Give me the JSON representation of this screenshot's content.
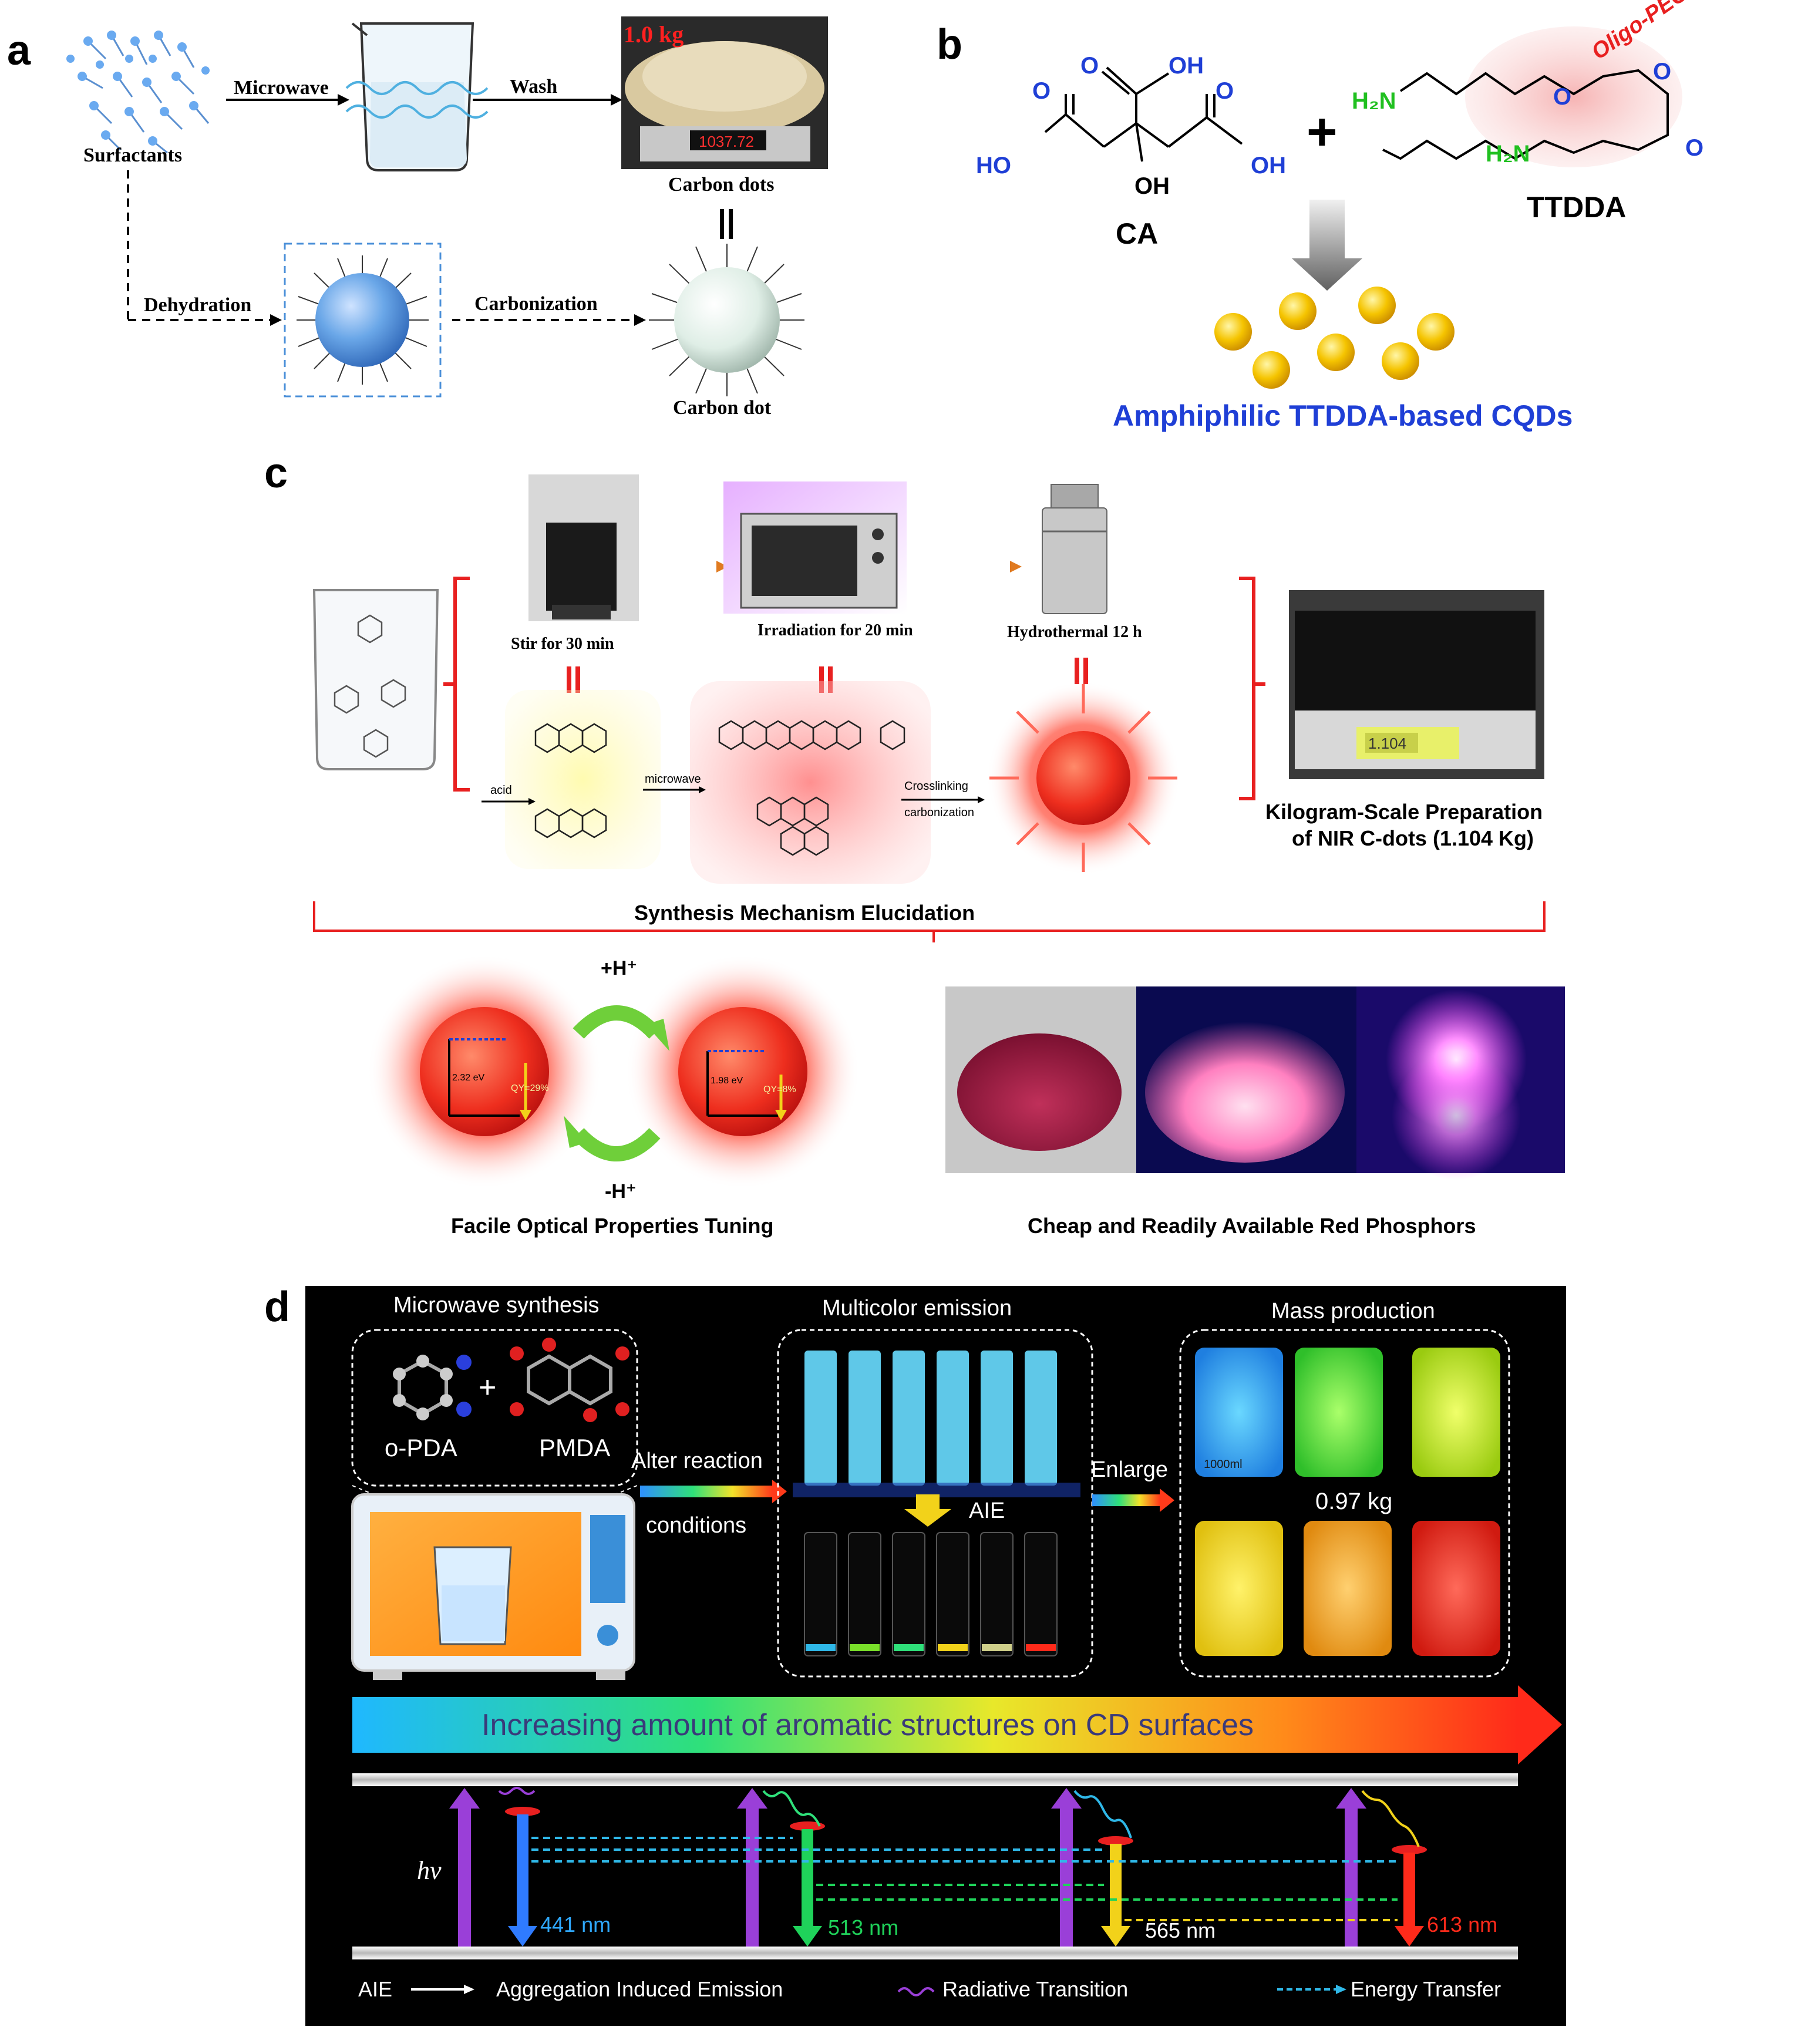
{
  "panel_a": {
    "label": "a",
    "surfactants": "Surfactants",
    "microwave": "Microwave",
    "wash": "Wash",
    "scale_weight": "1.0 kg",
    "scale_readout": "1037.72",
    "carbon_dots": "Carbon dots",
    "dehydration": "Dehydration",
    "carbonization": "Carbonization",
    "carbon_dot": "Carbon dot",
    "equals": "||"
  },
  "panel_b": {
    "label": "b",
    "ca": "CA",
    "ttdda": "TTDDA",
    "oligo_peg": "Oligo-PEG",
    "ho": "HO",
    "oh_top": "OH",
    "oh_right": "OH",
    "oh_bottom": "OH",
    "o1": "O",
    "o2": "O",
    "o3": "O",
    "plus": "+",
    "h2n_1": "H₂N",
    "h2n_2": "H₂N",
    "o_chain_1": "O",
    "o_chain_2": "O",
    "o_chain_3": "O",
    "title": "Amphiphilic TTDDA-based CQDs"
  },
  "panel_c": {
    "label": "c",
    "stir": "Stir for 30 min",
    "irradiation": "Irradiation for 20 min",
    "hydrothermal": "Hydrothermal 12 h",
    "acid": "acid",
    "microwave": "microwave",
    "crosslinking": "Crosslinking",
    "carbonization": "carbonization",
    "scale_readout": "1.104",
    "kilo_line1": "Kilogram-Scale Preparation",
    "kilo_line2": "of NIR C-dots (1.104 Kg)",
    "mechanism": "Synthesis Mechanism Elucidation",
    "plus_h": "+H⁺",
    "minus_h": "-H⁺",
    "ev_left": "2.32 eV",
    "ev_right": "1.98 eV",
    "qy_left": "QY=29%",
    "qy_right": "QY=8%",
    "optical": "Facile Optical Properties Tuning",
    "phosphors": "Cheap and Readily Available Red  Phosphors"
  },
  "panel_d": {
    "label": "d",
    "microwave_synthesis": "Microwave synthesis",
    "multicolor": "Multicolor  emission",
    "mass_production": "Mass  production",
    "opda": "o-PDA",
    "pmda": "PMDA",
    "plus": "+",
    "alter_reaction": "Alter reaction",
    "conditions": "conditions",
    "aie_small": "AIE",
    "enlarge": "Enlarge",
    "mass": "0.97 kg",
    "beaker_label": "1000ml",
    "aromatic": "Increasing amount of aromatic structures on CD surfaces",
    "hv": "hv",
    "nm1": "441 nm",
    "nm2": "513 nm",
    "nm3": "565 nm",
    "nm4": "613 nm",
    "legend_aie": "AIE",
    "legend_aie_text": "Aggregation Induced Emission",
    "legend_radiative": "Radiative Transition",
    "legend_energy": "Energy Transfer"
  },
  "colors": {
    "nir_red": "#e8261c",
    "glow_yellow": "#fff59a",
    "cqd_blue": "#1f3fd6",
    "amine_green": "#20c020",
    "panel_d_bg": "#000000",
    "emission_blue": "#2f7bff",
    "emission_green": "#1fd25a",
    "emission_yellow": "#f2d21a",
    "emission_red": "#ff2a1a"
  }
}
